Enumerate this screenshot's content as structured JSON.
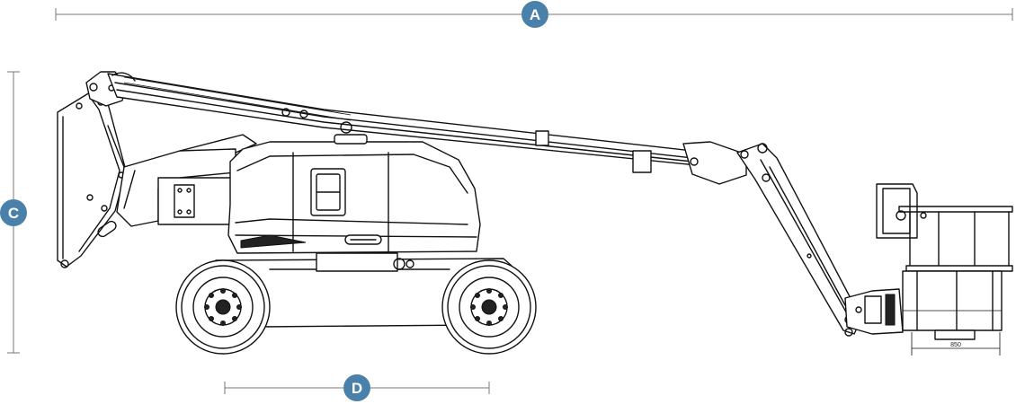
{
  "dimensions": {
    "A": "A",
    "C": "C",
    "D": "D",
    "platform_width": "850"
  },
  "colors": {
    "badge": "#4a81aa",
    "line": "#111111",
    "dimension_line": "#777777"
  }
}
